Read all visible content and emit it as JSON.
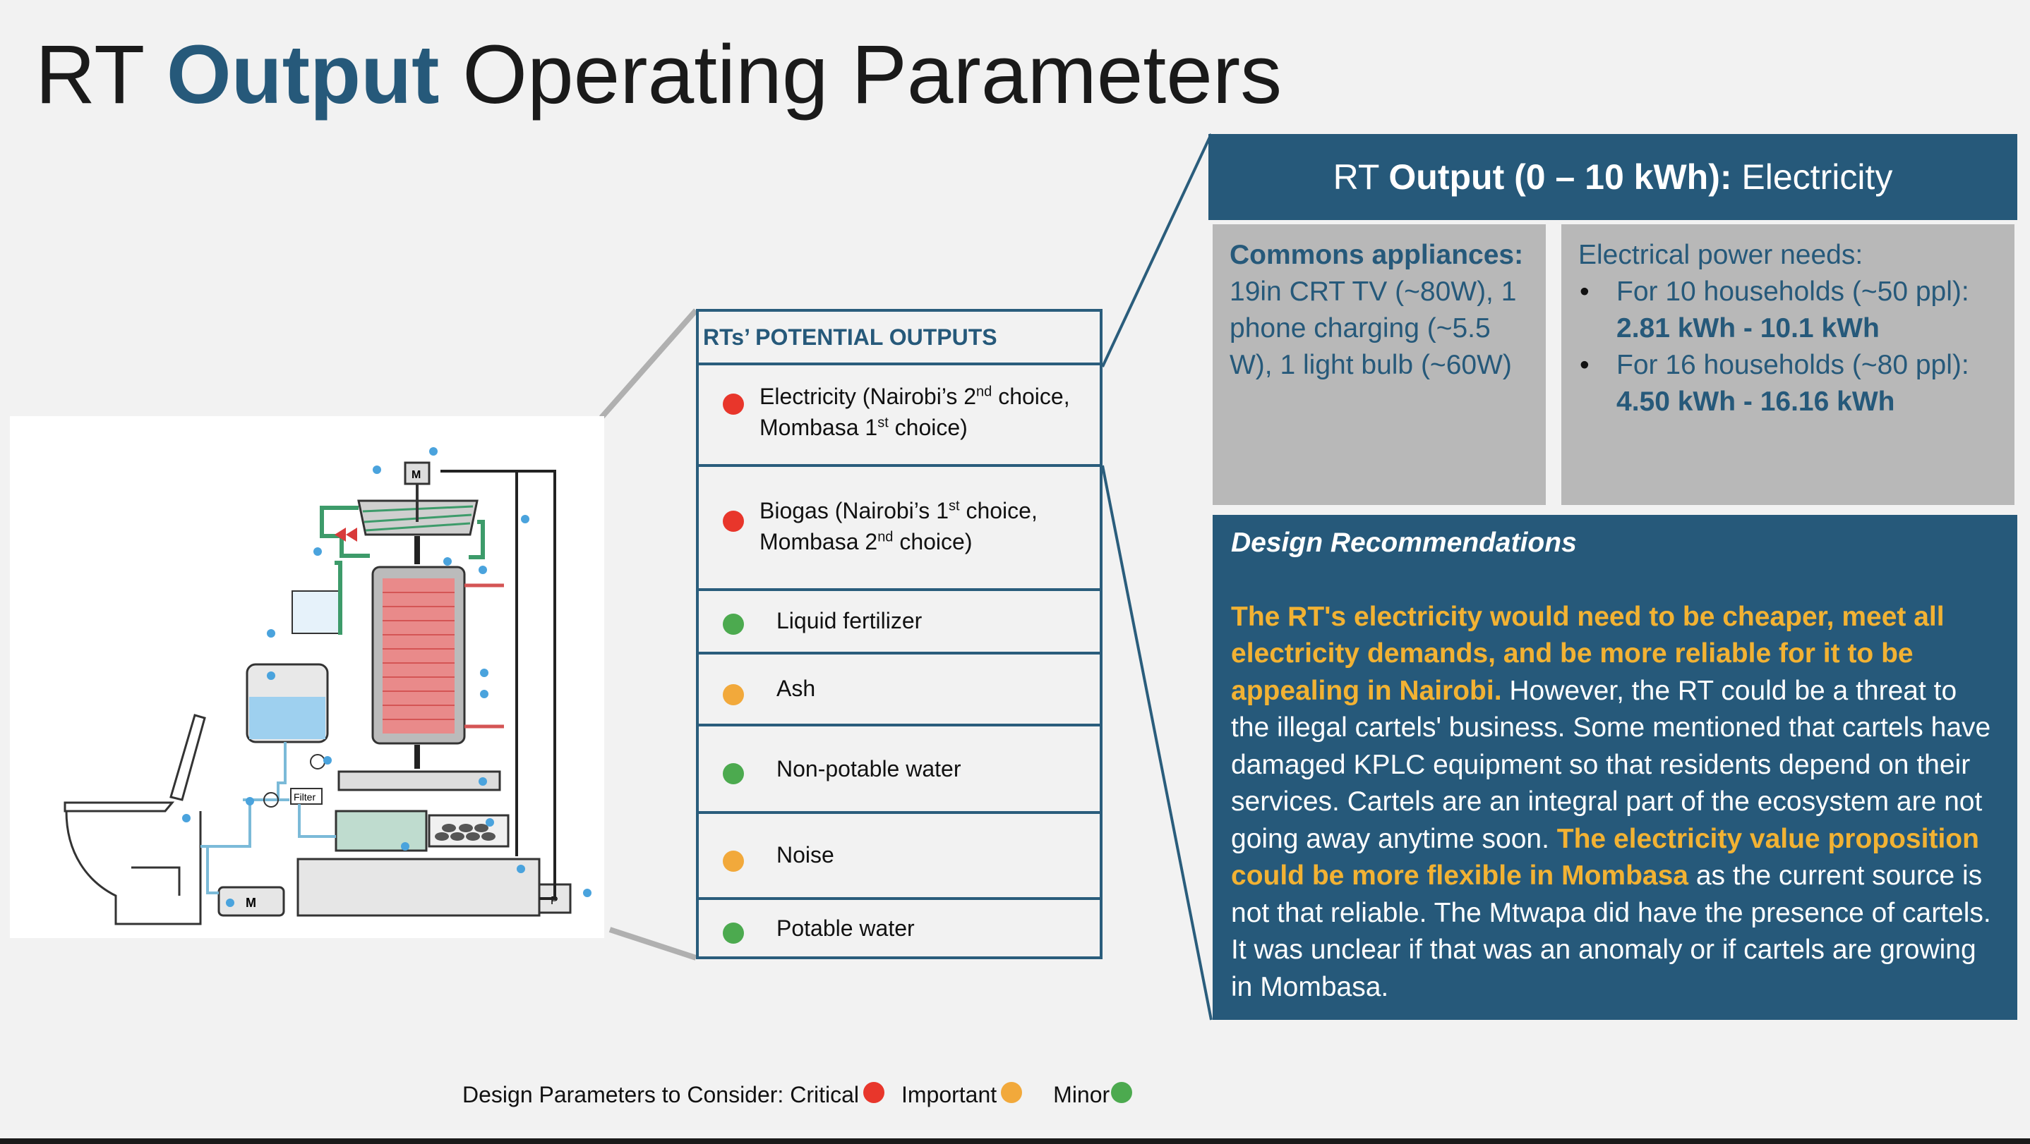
{
  "title": {
    "prefix": "RT ",
    "highlight": "Output",
    "suffix": " Operating Parameters"
  },
  "outputs": {
    "heading": "RTs’ POTENTIAL OUTPUTS",
    "items": [
      {
        "line1": "Electricity (Nairobi’s 2",
        "sup1": "nd",
        "line1_end": " choice,",
        "line2": "Mombasa 1",
        "sup2": "st",
        "line2_end": " choice)",
        "color": "#e8362b"
      },
      {
        "line1": "Biogas (Nairobi’s 1",
        "sup1": "st",
        "line1_end": " choice,",
        "line2": "Mombasa 2",
        "sup2": "nd",
        "line2_end": " choice)",
        "color": "#e8362b"
      },
      {
        "label": "Liquid fertilizer",
        "color": "#4caa4f"
      },
      {
        "label": "Ash",
        "color": "#f2a93b"
      },
      {
        "label": "Non-potable water",
        "color": "#4caa4f"
      },
      {
        "label": "Noise",
        "color": "#f2a93b"
      },
      {
        "label": "Potable water",
        "color": "#4caa4f"
      }
    ]
  },
  "rt_header": {
    "prefix": "RT ",
    "bold": "Output (0 – 10 kWh):",
    "suffix": " Electricity"
  },
  "appliances": {
    "label": "Commons appliances:",
    "text": "19in CRT TV (~80W), 1 phone charging (~5.5 W), 1 light bulb (~60W)"
  },
  "power": {
    "label": "Electrical power needs:",
    "items": [
      {
        "text": "For 10 households (~50 ppl):",
        "value": "2.81 kWh - 10.1 kWh"
      },
      {
        "text": "For 16 households (~80 ppl):",
        "value": "4.50 kWh - 16.16 kWh"
      }
    ]
  },
  "design": {
    "heading": "Design Recommendations",
    "hl1": "The RT's electricity would need to be cheaper, meet all electricity demands, and be more reliable for it to be appealing in Nairobi.",
    "text1": " However, the RT could be a threat to the illegal cartels' business. Some mentioned that cartels have damaged KPLC equipment so that residents depend on their services. Cartels are an integral part of the ecosystem are not going away anytime soon. ",
    "hl2": "The electricity value proposition could be more flexible in Mombasa",
    "text2": " as the current source is not that reliable. The Mtwapa did have the presence of cartels. It was unclear if that was an anomaly or if cartels are growing in Mombasa."
  },
  "legend": {
    "prefix": "Design Parameters to Consider: Critical",
    "important": "Important",
    "minor": "Minor",
    "colors": {
      "critical": "#e8362b",
      "important": "#f2a93b",
      "minor": "#4caa4f"
    }
  },
  "diagram": {
    "motor_top": "M",
    "motor_bottom": "M",
    "filter_label": "Filter",
    "pump_label": "P"
  }
}
